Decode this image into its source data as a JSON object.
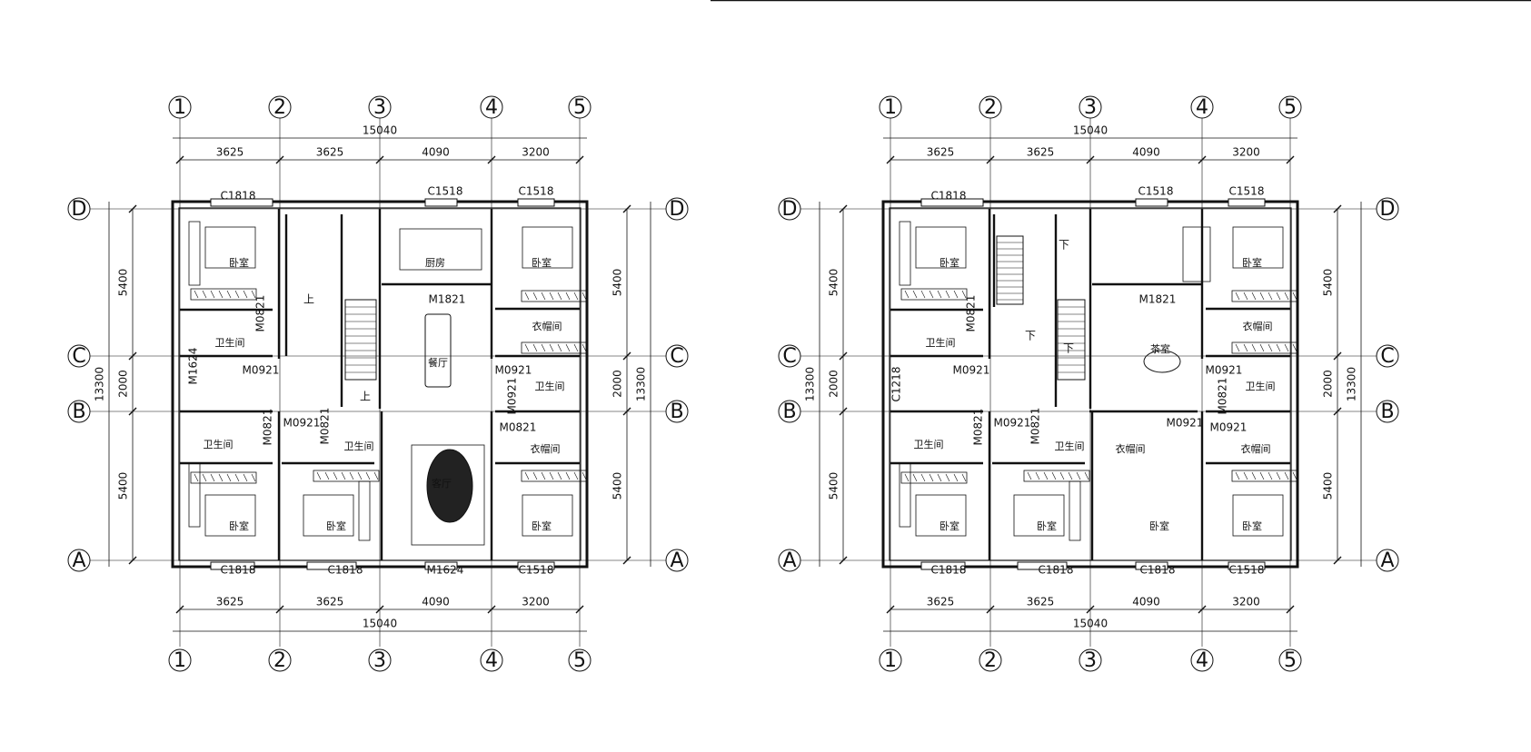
{
  "plans": [
    {
      "id": "left",
      "axes": {
        "cols": [
          "1",
          "2",
          "3",
          "4",
          "5"
        ],
        "rows": [
          "D",
          "C",
          "B",
          "A"
        ]
      },
      "dims": {
        "total_top": "15040",
        "total_bottom": "15040",
        "col_spans": [
          "3625",
          "3625",
          "4090",
          "3200"
        ],
        "left_spans": [
          "5400",
          "2000",
          "5400"
        ],
        "left_total": "13300",
        "right_spans": [
          "5400",
          "2000",
          "5400"
        ],
        "right_total": "13300"
      },
      "rooms": [
        {
          "name": "br1",
          "text": "卧室"
        },
        {
          "name": "bath1",
          "text": "卫生间"
        },
        {
          "name": "kitchen",
          "text": "厨房"
        },
        {
          "name": "br2",
          "text": "卧室"
        },
        {
          "name": "wardrobe1",
          "text": "衣帽间"
        },
        {
          "name": "dining",
          "text": "餐厅"
        },
        {
          "name": "bath2",
          "text": "卫生间"
        },
        {
          "name": "bath3",
          "text": "卫生间"
        },
        {
          "name": "bath4",
          "text": "卫生间"
        },
        {
          "name": "wardrobe2",
          "text": "衣帽间"
        },
        {
          "name": "living",
          "text": "客厅"
        },
        {
          "name": "br3",
          "text": "卧室"
        },
        {
          "name": "br4",
          "text": "卧室"
        },
        {
          "name": "br5",
          "text": "卧室"
        }
      ],
      "labels": [
        "C1818",
        "C1518",
        "C1518",
        "M1821",
        "M0821",
        "M0921",
        "M0921",
        "M0821",
        "M1624",
        "M0921",
        "M0921",
        "M0821",
        "M0821",
        "C1818",
        "C1818",
        "C1518",
        "M1624",
        "上",
        "上"
      ]
    },
    {
      "id": "right",
      "axes": {
        "cols": [
          "1",
          "2",
          "3",
          "4",
          "5"
        ],
        "rows": [
          "D",
          "C",
          "B",
          "A"
        ]
      },
      "dims": {
        "total_top": "15040",
        "total_bottom": "15040",
        "col_spans": [
          "3625",
          "3625",
          "4090",
          "3200"
        ],
        "left_spans": [
          "5400",
          "2000",
          "5400"
        ],
        "left_total": "13300",
        "right_spans": [
          "5400",
          "2000",
          "5400"
        ],
        "right_total": "13300"
      },
      "rooms": [
        {
          "name": "br1",
          "text": "卧室"
        },
        {
          "name": "bath1",
          "text": "卫生间"
        },
        {
          "name": "br2",
          "text": "卧室"
        },
        {
          "name": "wardrobe1",
          "text": "衣帽间"
        },
        {
          "name": "tea",
          "text": "茶室"
        },
        {
          "name": "bath2",
          "text": "卫生间"
        },
        {
          "name": "bath3",
          "text": "卫生间"
        },
        {
          "name": "bath4",
          "text": "卫生间"
        },
        {
          "name": "wardrobe2",
          "text": "衣帽间"
        },
        {
          "name": "wardrobe3",
          "text": "衣帽间"
        },
        {
          "name": "br3",
          "text": "卧室"
        },
        {
          "name": "br4",
          "text": "卧室"
        },
        {
          "name": "br5",
          "text": "卧室"
        },
        {
          "name": "br6",
          "text": "卧室"
        }
      ],
      "labels": [
        "C1818",
        "C1518",
        "C1518",
        "M1821",
        "M0821",
        "M0921",
        "M0921",
        "M0921",
        "M0821",
        "M0821",
        "C1218",
        "M0921",
        "M0921",
        "M0821",
        "C1818",
        "C1818",
        "C1818",
        "C1518",
        "下",
        "下",
        "下"
      ]
    }
  ]
}
